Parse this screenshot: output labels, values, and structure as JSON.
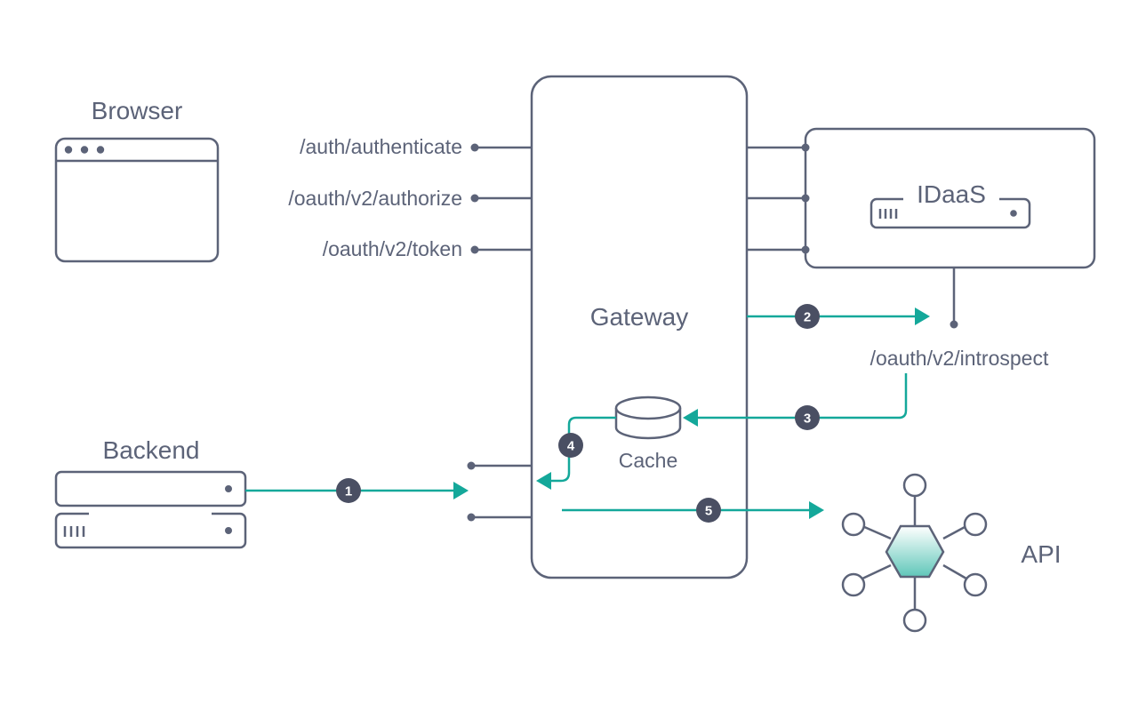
{
  "browser": {
    "title": "Browser"
  },
  "backend": {
    "title": "Backend"
  },
  "gateway": {
    "title": "Gateway"
  },
  "idaas": {
    "title": "IDaaS"
  },
  "api": {
    "title": "API"
  },
  "cache": {
    "title": "Cache"
  },
  "endpoints": {
    "authenticate": "/auth/authenticate",
    "authorize": "/oauth/v2/authorize",
    "token": "/oauth/v2/token",
    "introspect": "/oauth/v2/introspect"
  },
  "steps": [
    "1",
    "2",
    "3",
    "4",
    "5"
  ],
  "colors": {
    "stroke": "#5c6378",
    "flow": "#14a89a",
    "step_badge": "#4a4f63"
  }
}
